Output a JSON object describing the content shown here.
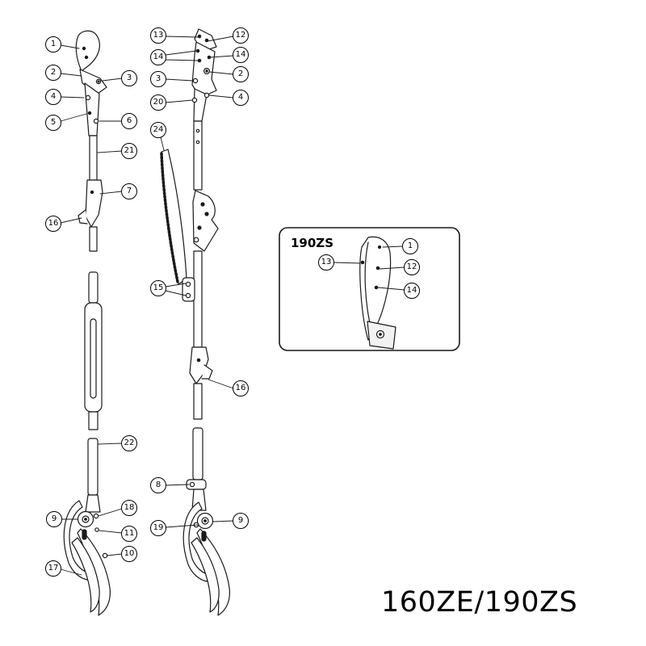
{
  "title": "160ZE/190ZS",
  "inset": {
    "label": "190ZS",
    "callouts": [
      "1",
      "13",
      "12",
      "14"
    ]
  },
  "left_assembly": {
    "callouts": [
      "1",
      "2",
      "3",
      "4",
      "5",
      "6",
      "21",
      "7",
      "16",
      "22",
      "18",
      "9",
      "11",
      "10",
      "17"
    ]
  },
  "right_assembly": {
    "callouts": [
      "13",
      "12",
      "14",
      "14",
      "3",
      "2",
      "20",
      "4",
      "24",
      "15",
      "16",
      "8",
      "19",
      "9"
    ]
  }
}
